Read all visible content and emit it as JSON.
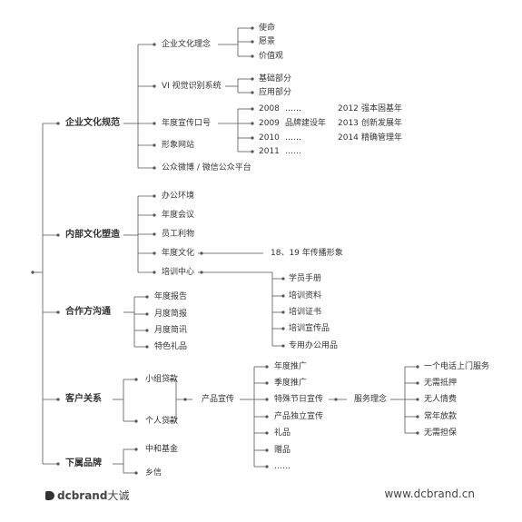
{
  "root": {
    "branches": [
      {
        "label": "企业文化规范",
        "children": [
          {
            "label": "企业文化理念",
            "children": [
              "使命",
              "愿景",
              "价值观"
            ]
          },
          {
            "label": "VI 视觉识别系统",
            "children": [
              "基础部分",
              "应用部分"
            ]
          },
          {
            "label": "年度宣传口号",
            "slogans": [
              {
                "year": "2008",
                "text": "……"
              },
              {
                "year": "2009",
                "text": "品牌建设年"
              },
              {
                "year": "2010",
                "text": "……"
              },
              {
                "year": "2011",
                "text": "……"
              },
              {
                "year": "2012",
                "text": "强本固基年"
              },
              {
                "year": "2013",
                "text": "创新发展年"
              },
              {
                "year": "2014",
                "text": "精确管理年"
              }
            ]
          },
          {
            "label": "形象网站"
          },
          {
            "label": "公众微博 / 微信公众平台"
          }
        ]
      },
      {
        "label": "内部文化塑造",
        "children": [
          {
            "label": "办公环境"
          },
          {
            "label": "年度会议"
          },
          {
            "label": "员工利物"
          },
          {
            "label": "年度文化",
            "children": [
              "18、19 年传播形象"
            ]
          },
          {
            "label": "培训中心",
            "children": [
              "学员手册",
              "培训资料",
              "培训证书",
              "培训宣传品",
              "专用办公用品"
            ]
          }
        ]
      },
      {
        "label": "合作方沟通",
        "children": [
          {
            "label": "年度报告"
          },
          {
            "label": "月度简报"
          },
          {
            "label": "月度简讯"
          },
          {
            "label": "特色礼品"
          }
        ]
      },
      {
        "label": "客户关系",
        "children": [
          {
            "label": "小组贷款"
          },
          {
            "label": "个人贷款"
          }
        ],
        "merge": {
          "label": "产品宣传",
          "children": [
            {
              "label": "年度推广"
            },
            {
              "label": "季度推广"
            },
            {
              "label": "特殊节日宣传",
              "children": [
                {
                  "label": "服务理念",
                  "children": [
                    "一个电话上门服务",
                    "无需抵押",
                    "无人情费",
                    "常年放款",
                    "无需担保"
                  ]
                }
              ]
            },
            {
              "label": "产品独立宣传"
            },
            {
              "label": "礼品"
            },
            {
              "label": "赠品"
            },
            {
              "label": "……"
            }
          ]
        }
      },
      {
        "label": "下属品牌",
        "children": [
          {
            "label": "中和基金"
          },
          {
            "label": "乡信"
          }
        ]
      }
    ]
  },
  "footer": {
    "brand_latin": "dcbrand",
    "brand_cn": "大诚",
    "url": "www.dcbrand.cn"
  },
  "colors": {
    "line": "#555555",
    "text": "#333333"
  }
}
